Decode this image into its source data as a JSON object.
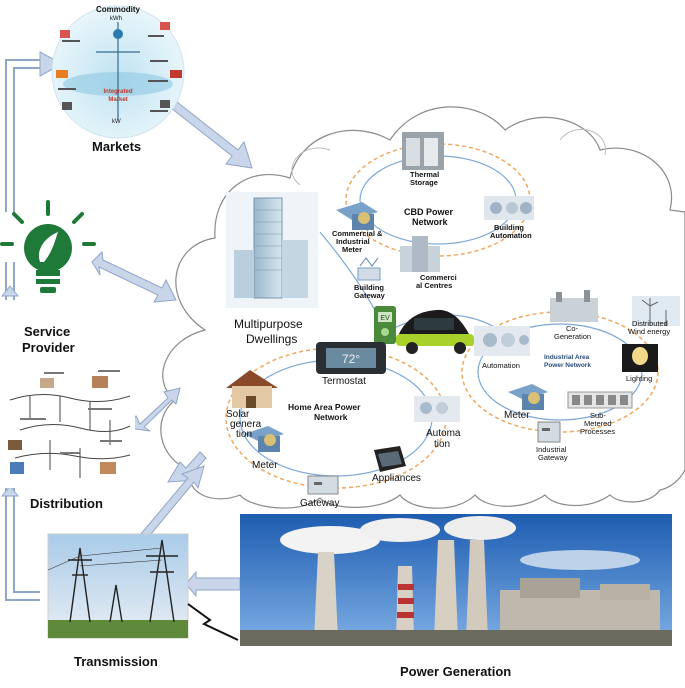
{
  "markets": {
    "label": "Markets",
    "top_label": "Commodity",
    "top_unit": "kWh",
    "center_label": "Integrated Market",
    "bottom_unit": "kW"
  },
  "service_provider": {
    "label_line1": "Service",
    "label_line2": "Provider"
  },
  "distribution": {
    "label": "Distribution"
  },
  "transmission": {
    "label": "Transmission"
  },
  "power_generation": {
    "label": "Power Generation"
  },
  "cloud": {
    "multipurpose_line1": "Multipurpose",
    "multipurpose_line2": "Dwellings",
    "thermal_storage_line1": "Thermal",
    "thermal_storage_line2": "Storage",
    "cbd_line1": "CBD Power",
    "cbd_line2": "Network",
    "commercial_meter_line1": "Commercial &",
    "commercial_meter_line2": "Industrial",
    "commercial_meter_line3": "Meter",
    "building_automation_line1": "Building",
    "building_automation_line2": "Automation",
    "building_gateway_line1": "Building",
    "building_gateway_line2": "Gateway",
    "commercial_centres_line1": "Commerci",
    "commercial_centres_line2": "al Centres",
    "ev_icon_text": "EV",
    "co_generation_line1": "Co-",
    "co_generation_line2": "Generation",
    "distributed_wind_line1": "Distributed",
    "distributed_wind_line2": "Wind energy",
    "industrial_area_line1": "Industrial Area",
    "industrial_area_line2": "Power Network",
    "automation_industrial": "Automation",
    "lighting": "Lighting",
    "termostat": "Termostat",
    "thermostat_display": "72°",
    "home_area_line1": "Home Area Power",
    "home_area_line2": "Network",
    "solar_line1": "Solar",
    "solar_line2": "genera",
    "solar_line3": "tion",
    "meter_home": "Meter",
    "automation_home_line1": "Automa",
    "automation_home_line2": "tion",
    "appliances": "Appliances",
    "gateway": "Gateway",
    "meter_industrial": "Meter",
    "sub_metered_line1": "Sub-",
    "sub_metered_line2": "Metered",
    "sub_metered_line3": "Processes",
    "industrial_gateway_line1": "Industrial",
    "industrial_gateway_line2": "Gateway"
  },
  "colors": {
    "arrow_fill": "#c9d6ea",
    "arrow_stroke": "#8fa6c8",
    "network_line": "#7ea7d8",
    "dashed_ring": "#f0a860",
    "cloud_stroke": "#8a8a8a",
    "bulb_green": "#1f7a3a",
    "sky_blue": "#2f6fc0"
  }
}
